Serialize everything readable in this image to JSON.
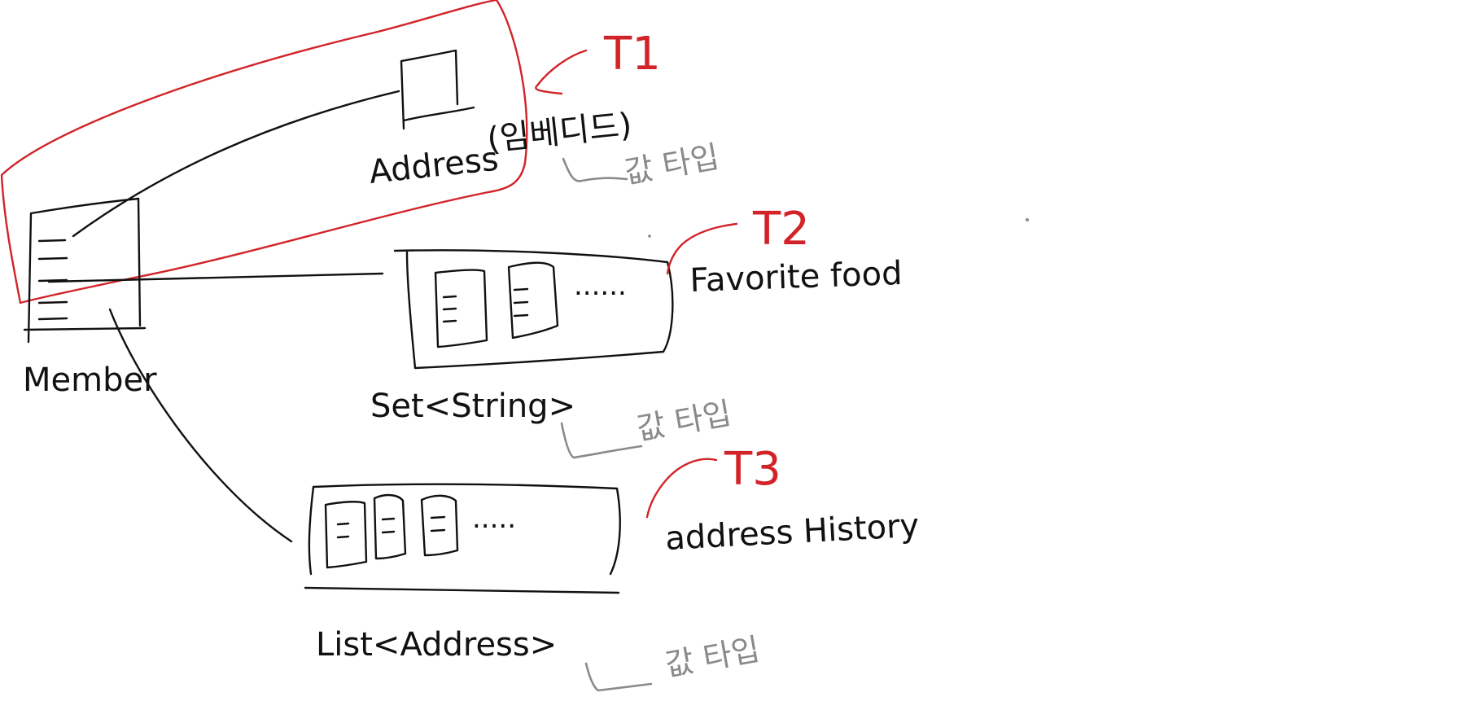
{
  "member": {
    "label": "Member"
  },
  "address": {
    "label": "Address",
    "annotation": "(임베디드)",
    "value_note": "값 타입"
  },
  "favorite": {
    "label": "Favorite food",
    "type_label": "Set<String>",
    "value_note": "값 타입",
    "ellipsis": "......"
  },
  "history": {
    "label": "address History",
    "type_label": "List<Address>",
    "value_note": "값 타입",
    "ellipsis": "....."
  },
  "tags": {
    "t1": "T1",
    "t2": "T2",
    "t3": "T3"
  },
  "colors": {
    "ink": "#111111",
    "tag": "#d22328",
    "note": "#8a8a8a",
    "background": "#ffffff"
  }
}
